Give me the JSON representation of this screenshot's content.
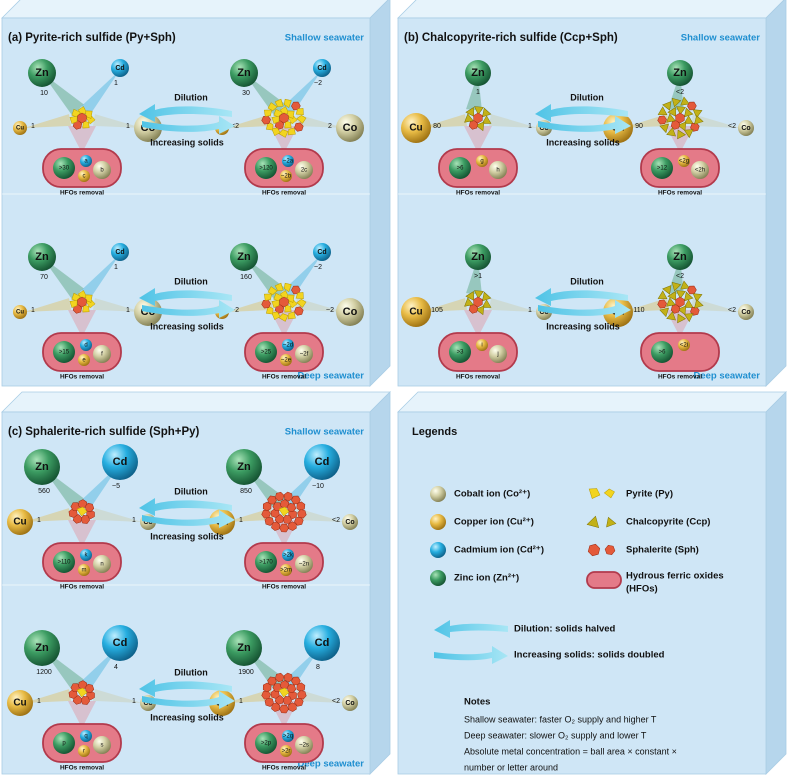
{
  "colors": {
    "box_front": "#cfe6f6",
    "box_top": "#e6f3fb",
    "box_side": "#b6d6ec",
    "accent_blue": "#1f8fd0",
    "zn": "#2e8b57",
    "cd": "#1fa2d8",
    "cu": "#e3b43a",
    "co": "#c9c79a",
    "pyrite": "#f0d21e",
    "chalcopyrite": "#bfae14",
    "sphalerite": "#e0583a",
    "hfo": "#e47a88",
    "arrow": "#6fd0e8"
  },
  "labels": {
    "shallow": "Shallow seawater",
    "deep": "Deep seawater",
    "dilution": "Dilution",
    "increasing": "Increasing solids",
    "hfos": "HFOs removal",
    "zn": "Zn",
    "cd": "Cd",
    "cu": "Cu",
    "co": "Co"
  },
  "panels": [
    {
      "id": "a",
      "title": "(a) Pyrite-rich sulfide (Py+Sph)",
      "has_cd": true,
      "mineral": "pyrite",
      "ions": [
        {
          "left": {
            "zn": "10",
            "cd": "1",
            "cu": "1",
            "co": "1",
            "hfo": [
              ">30",
              "a",
              "b",
              "c"
            ]
          },
          "right": {
            "zn": "30",
            "cd": "~2",
            "cu": "<2",
            "co": "2",
            "hfo": [
              ">120",
              "~2a",
              "2c",
              "~2b"
            ]
          }
        },
        {
          "left": {
            "zn": "70",
            "cd": "1",
            "cu": "1",
            "co": "1",
            "hfo": [
              ">15",
              "d",
              "f",
              "e"
            ]
          },
          "right": {
            "zn": "160",
            "cd": "~2",
            "cu": "~2",
            "co": "~2",
            "hfo": [
              ">25",
              "~2d",
              "~2f",
              "~2e"
            ]
          }
        }
      ]
    },
    {
      "id": "b",
      "title": "(b) Chalcopyrite-rich sulfide (Ccp+Sph)",
      "has_cd": false,
      "mineral": "chalcopyrite",
      "ions": [
        {
          "left": {
            "zn": "1",
            "cu": "80",
            "co": "1",
            "hfo": [
              ">6",
              "g",
              "h"
            ]
          },
          "right": {
            "zn": "<2",
            "cu": "90",
            "co": "<2",
            "hfo": [
              ">12",
              "<2g",
              "<2h"
            ]
          }
        },
        {
          "left": {
            "zn": ">1",
            "cu": "105",
            "co": "1",
            "hfo": [
              ">3",
              "i",
              "j"
            ]
          },
          "right": {
            "zn": "<2",
            "cu": "110",
            "co": "<2",
            "hfo": [
              ">6",
              "<2i"
            ]
          }
        }
      ]
    },
    {
      "id": "c",
      "title": "(c) Sphalerite-rich sulfide (Sph+Py)",
      "has_cd": true,
      "mineral": "sphalerite",
      "ions": [
        {
          "left": {
            "zn": "560",
            "cd": "~5",
            "cu": "1",
            "co": "1",
            "hfo": [
              ">110",
              "k",
              "n",
              "m"
            ]
          },
          "right": {
            "zn": "850",
            "cd": "~10",
            "cu": "1",
            "co": "<2",
            "hfo": [
              ">170",
              ">2k",
              "~2n",
              ">2m"
            ]
          }
        },
        {
          "left": {
            "zn": "1200",
            "cd": "4",
            "cu": "1",
            "co": "1",
            "hfo": [
              "p",
              "q",
              "s",
              "r"
            ]
          },
          "right": {
            "zn": "1900",
            "cd": "8",
            "cu": "1",
            "co": "<2",
            "hfo": [
              ">2p",
              ">2q",
              "~2s",
              ">2r"
            ]
          }
        }
      ]
    }
  ],
  "legend": {
    "title": "Legends",
    "items": {
      "cobalt": "Cobalt ion (Co²⁺)",
      "copper": "Copper ion (Cu²⁺)",
      "cadmium": "Cadmium ion (Cd²⁺)",
      "zinc": "Zinc ion (Zn²⁺)",
      "pyrite": "Pyrite (Py)",
      "chalcopyrite": "Chalcopyrite (Ccp)",
      "sphalerite": "Sphalerite (Sph)",
      "hfo": "Hydrous ferric oxides",
      "hfo2": "(HFOs)",
      "dilution": "Dilution: solids halved",
      "increasing": "Increasing solids: solids doubled"
    },
    "notes_title": "Notes",
    "notes": [
      "Shallow seawater: faster O₂ supply and higher T",
      "Deep seawater: slower O₂ supply and lower T",
      "Absolute metal concentration = ball area × constant ×",
      "number or letter around"
    ]
  }
}
